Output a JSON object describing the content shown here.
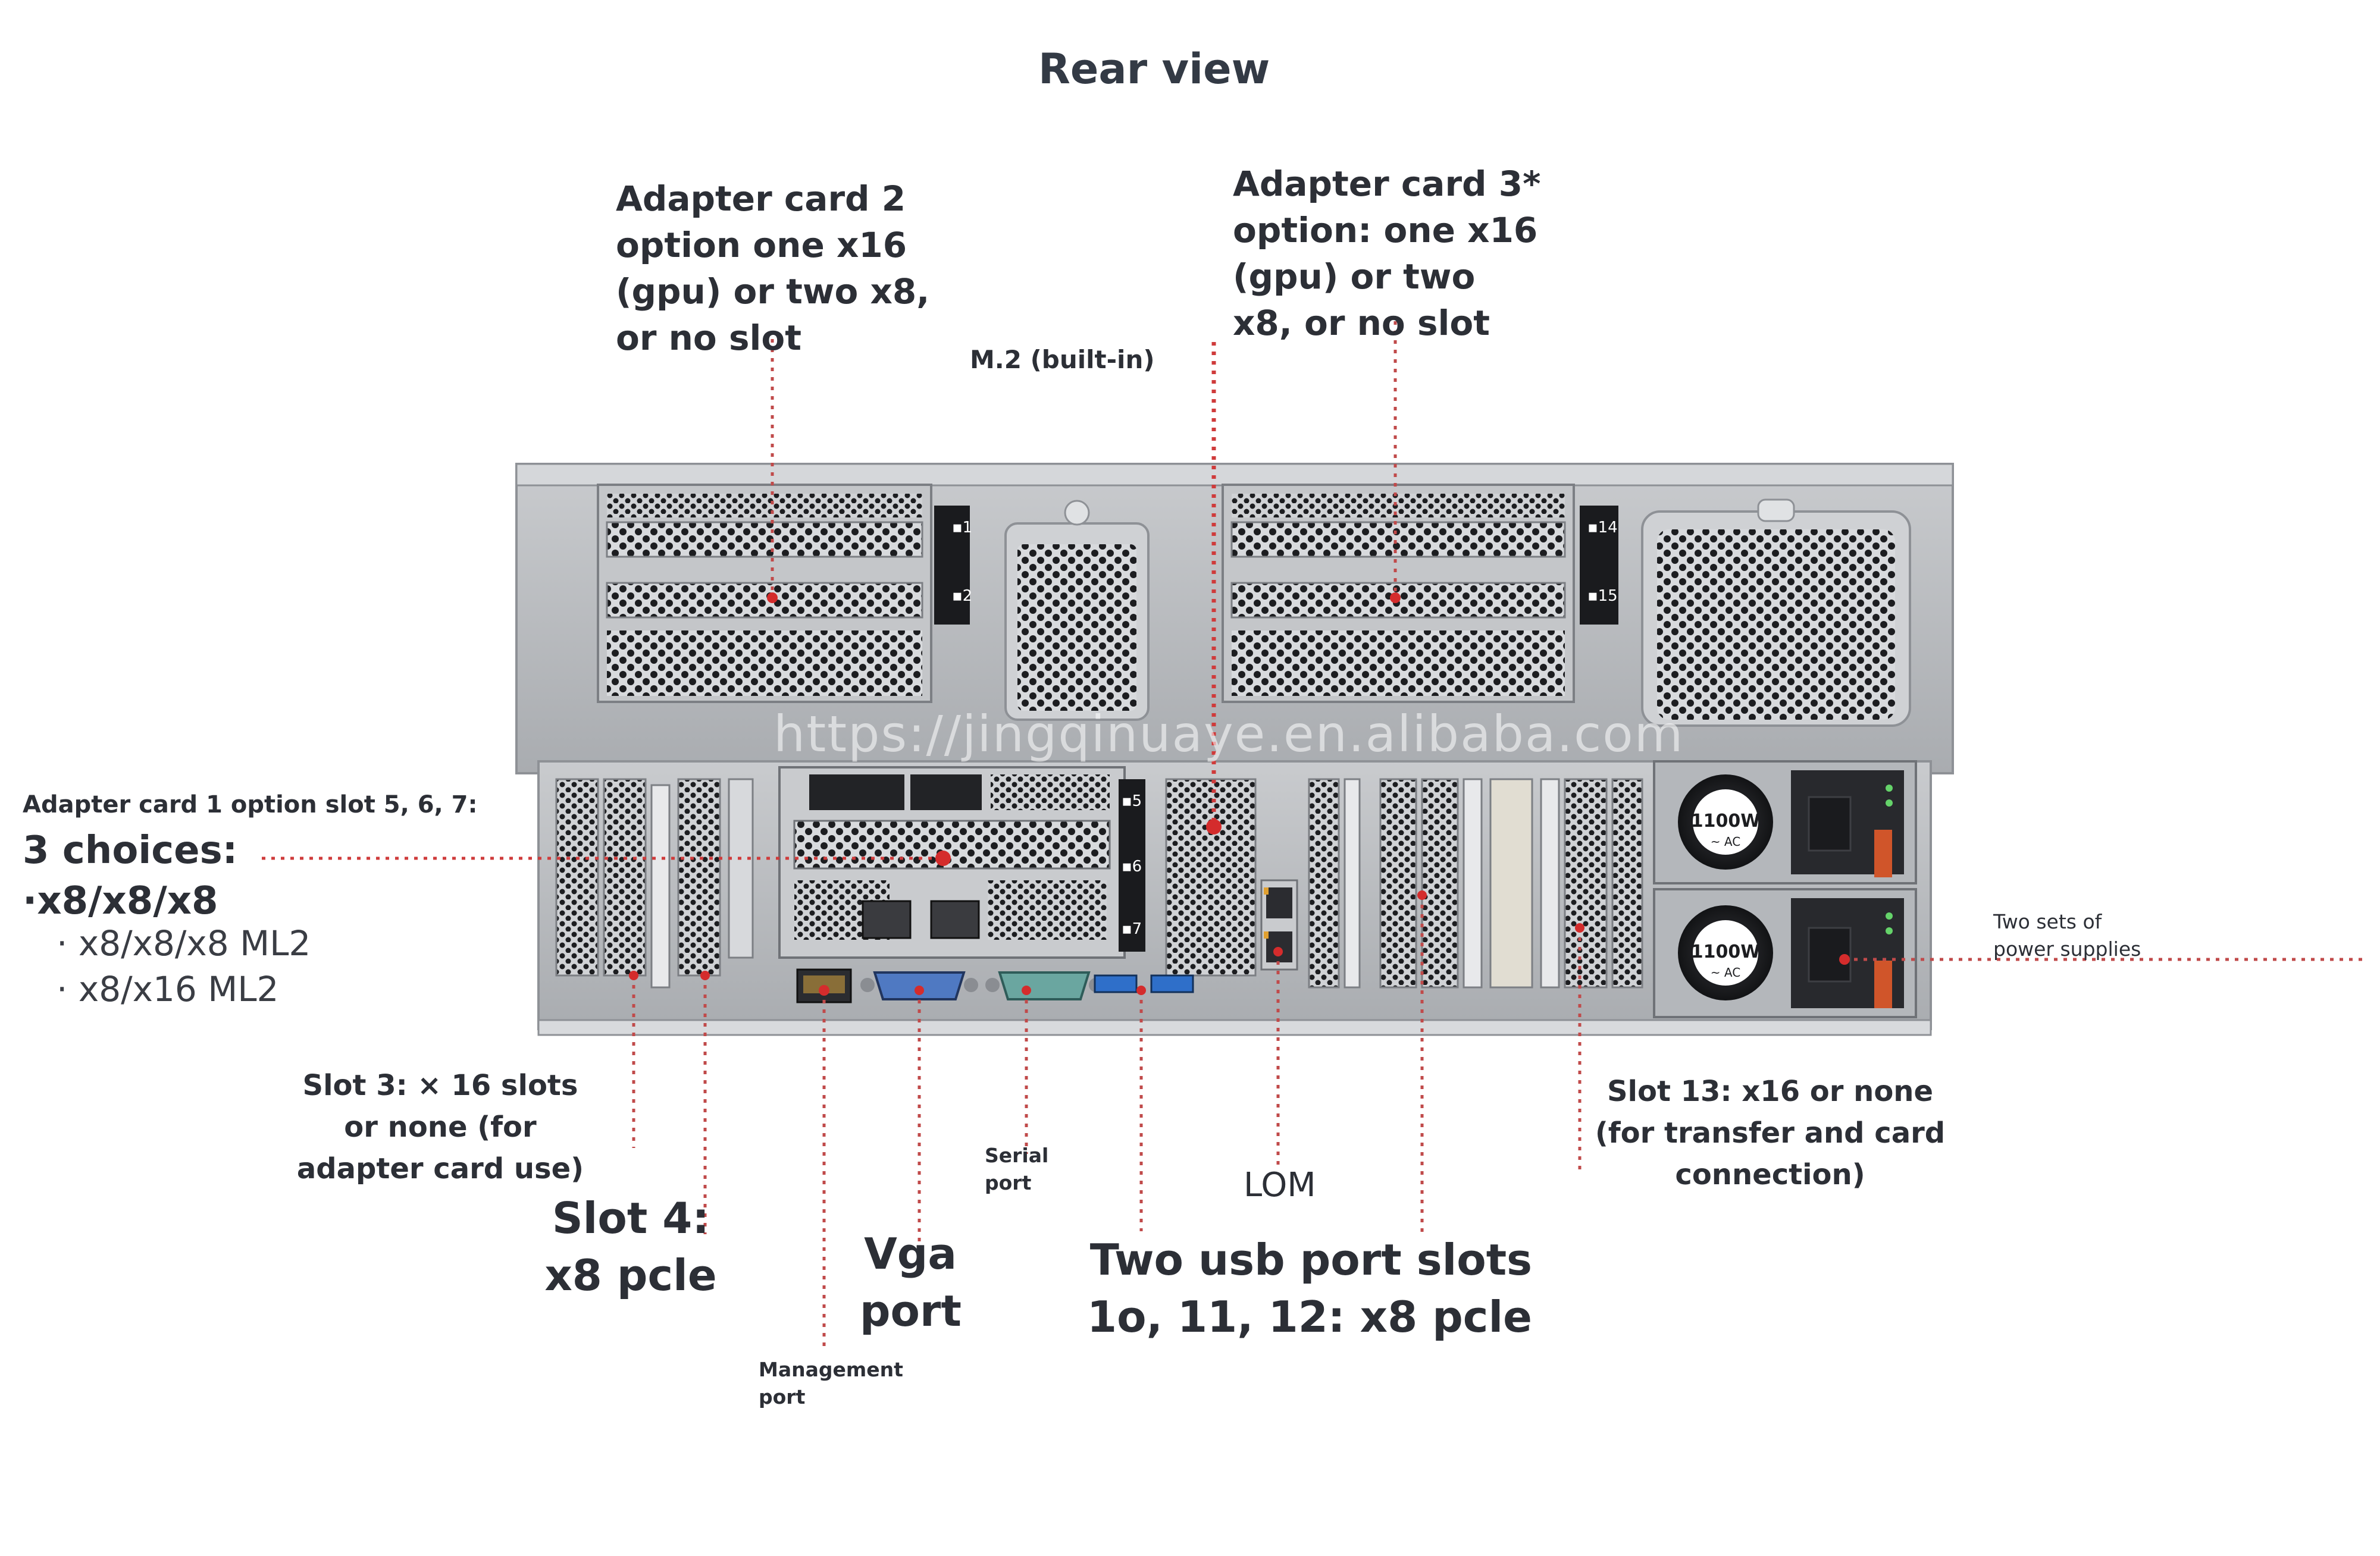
{
  "title": "Rear view",
  "watermark": "https://jingqinuaye.en.alibaba.com",
  "labels": {
    "adapter2": "Adapter card 2 option one x16 (gpu) or two x8, or no slot",
    "adapter3": "Adapter card 3* option: one x16 (gpu) or two x8, or no slot",
    "m2": "M.2 (built-in)",
    "adapter1_heading": "Adapter card 1 option slot 5, 6, 7:",
    "adapter1_choices": "3 choices:",
    "adapter1_opt1": "·x8/x8/x8",
    "adapter1_opt2": "· x8/x8/x8 ML2",
    "adapter1_opt3": "· x8/x16 ML2",
    "slot3": "Slot 3: × 16 slots or none (for adapter card use)",
    "slot4": "Slot 4: x8 pcle",
    "serial": "Serial port",
    "vga": "Vga port",
    "management": "Management port",
    "lom": "LOM",
    "usb": "Two usb port slots 1o, 11, 12: x8 pcle",
    "slot13": "Slot 13: x16 or none (for transfer and card connection)",
    "power": "Two sets of power supplies"
  },
  "server": {
    "slot_numbers_left": [
      "1",
      "2"
    ],
    "slot_numbers_right": [
      "14",
      "15"
    ],
    "slot_numbers_mid": [
      "5",
      "6",
      "7"
    ],
    "psu_rating": [
      "1100W",
      "1100W"
    ],
    "psu_sub": [
      "~ AC",
      "~ AC"
    ]
  },
  "colors": {
    "chassis": "#b9bcc0",
    "chassis_dark": "#8e9196",
    "leader": "#cf3b3b",
    "text": "#2c2f36"
  }
}
